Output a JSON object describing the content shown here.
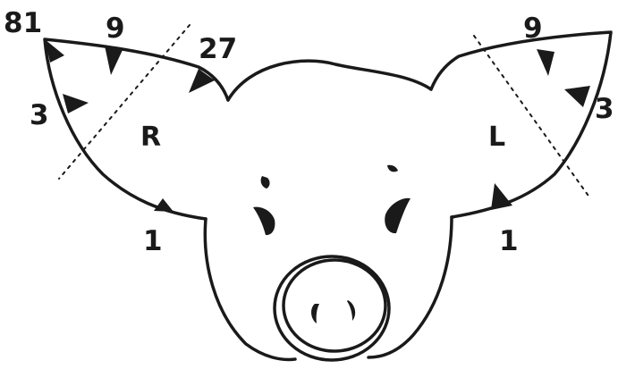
{
  "diagram": {
    "right_ear": {
      "side_label": "R",
      "notch_values": {
        "tip": "81",
        "top": "9",
        "top_base": "27",
        "lower_edge": "3",
        "bottom": "1"
      }
    },
    "left_ear": {
      "side_label": "L",
      "notch_values": {
        "top": "9",
        "lower_edge": "3",
        "bottom": "1"
      }
    }
  }
}
